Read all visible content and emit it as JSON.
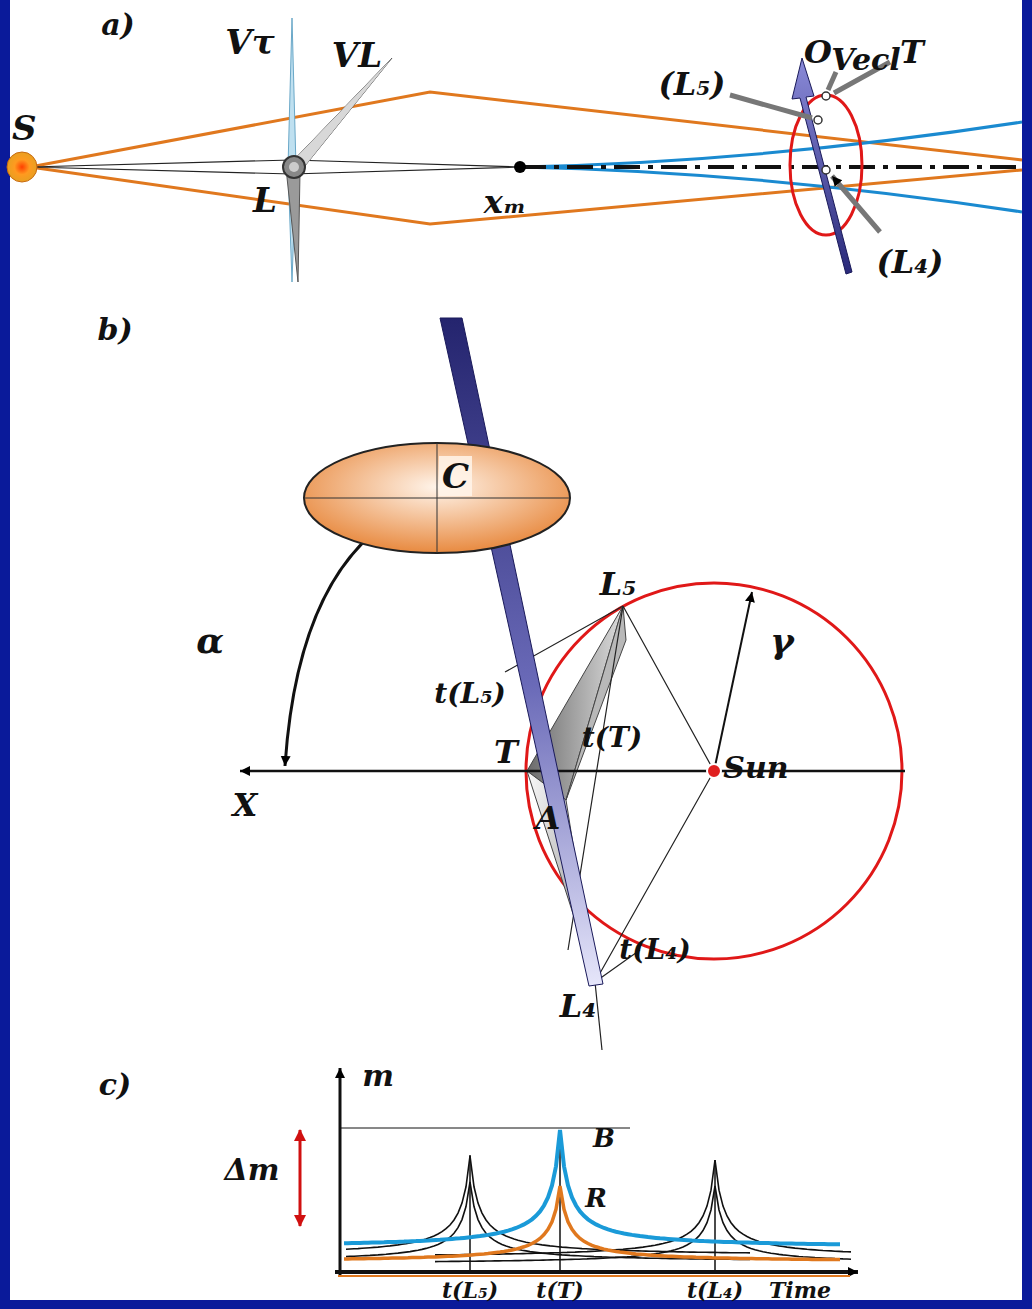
{
  "diagram": {
    "nodes": [
      {
        "text": [
          "C"
        ]
      }
    ],
    "labels": [
      "a)",
      "Vτ",
      "VL",
      "S",
      "L",
      "xₘ",
      "Vecl",
      "(L₅)",
      "O",
      "T",
      "(L₄)",
      "b)",
      "α",
      "t(L₅)",
      "L₅",
      "γ",
      "T",
      "t(T)",
      "X",
      "A",
      "Sun",
      "t(L₄)",
      "L₄",
      "c)",
      "m",
      "Δm",
      "B",
      "R",
      "t(L₅)",
      "t(T)",
      "t(L₄)",
      "Time"
    ]
  }
}
